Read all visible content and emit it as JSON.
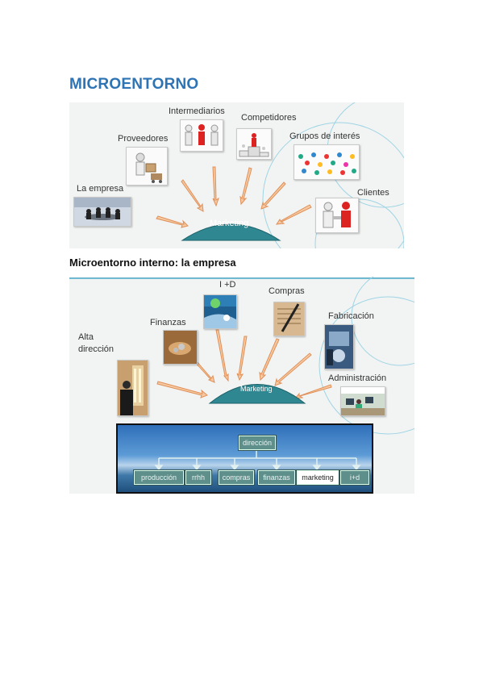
{
  "title": "MICROENTORNO",
  "subtitle": "Microentorno interno: la empresa",
  "diagram1": {
    "center": "Marketing",
    "labels": {
      "empresa": "La empresa",
      "proveedores": "Proveedores",
      "intermediarios": "Intermediarios",
      "competidores": "Competidores",
      "grupos": "Grupos de interés",
      "clientes": "Clientes"
    }
  },
  "diagram2": {
    "center": "Marketing",
    "labels": {
      "alta1": "Alta",
      "alta2": "dirección",
      "finanzas": "Finanzas",
      "id": "I +D",
      "compras": "Compras",
      "fabricacion": "Fabricación",
      "administracion": "Administración"
    },
    "org": {
      "top": "dirección",
      "boxes": [
        "producción",
        "rrhh",
        "compras",
        "finanzas",
        "marketing",
        "i+d"
      ],
      "selected": "marketing"
    }
  }
}
